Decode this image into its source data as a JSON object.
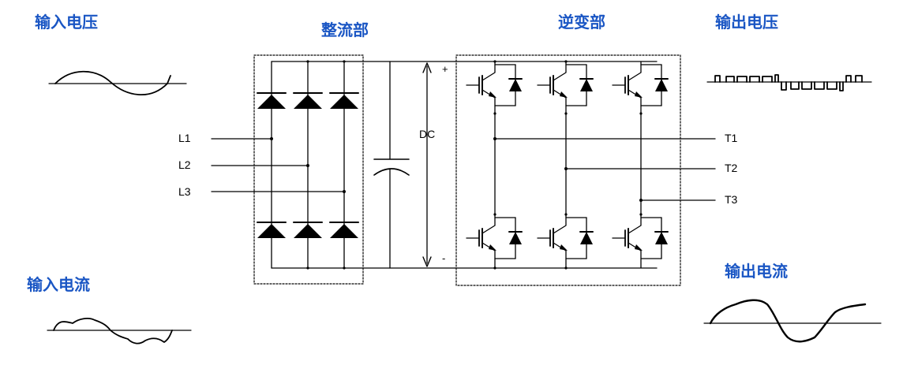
{
  "labels": {
    "input_voltage": "输入电压",
    "input_current": "输入电流",
    "rectifier": "整流部",
    "inverter": "逆变部",
    "output_voltage": "输出电压",
    "output_current": "输出电流"
  },
  "terminals": {
    "inputs": [
      "L1",
      "L2",
      "L3"
    ],
    "outputs": [
      "T1",
      "T2",
      "T3"
    ],
    "dc": "DC",
    "plus": "+",
    "minus": "-"
  },
  "colors": {
    "label": "#1a56c4",
    "line": "#000000"
  }
}
